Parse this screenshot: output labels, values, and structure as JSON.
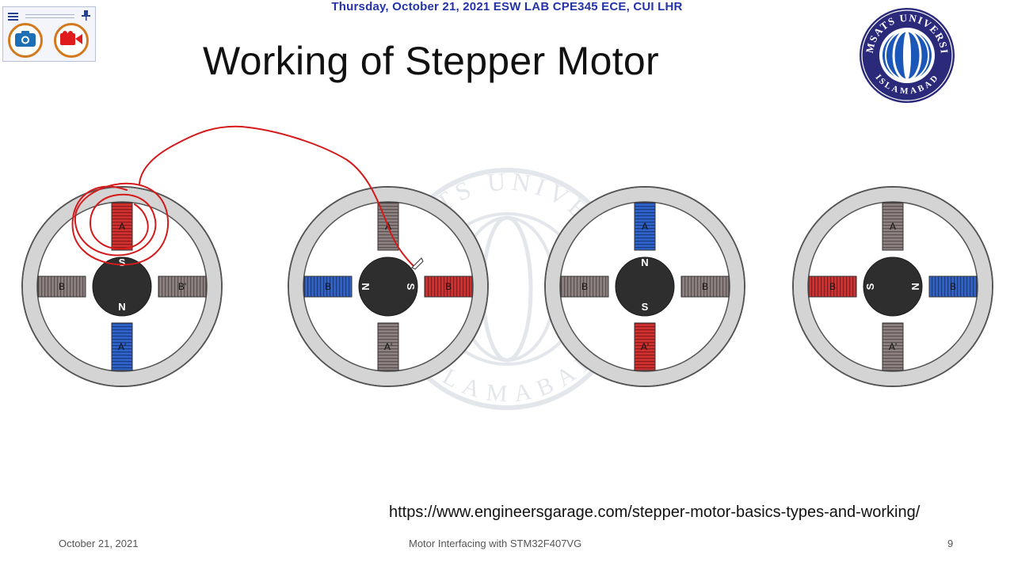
{
  "header": {
    "date_banner": "Thursday, October 21, 2021  ESW LAB CPE345 ECE, CUI LHR"
  },
  "recorder": {
    "menu_icon": "hamburger-menu-icon",
    "pin_icon": "pin-icon",
    "camera_icon": "camera-icon",
    "video_icon": "video-camera-icon"
  },
  "slide": {
    "title": "Working of Stepper Motor",
    "source_url": "https://www.engineersgarage.com/stepper-motor-basics-types-and-working/"
  },
  "logo": {
    "top_text": "COMSATS UNIVERSITY",
    "bottom_text": "ISLAMABAD"
  },
  "watermark": {
    "top_text": "COMSATS UNIVERSITY",
    "bottom_text": "ISLAMABAD"
  },
  "colors": {
    "red": "#cf3030",
    "blue": "#2f63c9",
    "gray": "#888888",
    "annotation": "#d41a1a",
    "header_blue": "#2433a8"
  },
  "motors": [
    {
      "poles": {
        "top": {
          "label": "A",
          "state": "red"
        },
        "bottom": {
          "label": "A'",
          "state": "blue"
        },
        "left": {
          "label": "B",
          "state": "gray"
        },
        "right": {
          "label": "B'",
          "state": "gray"
        }
      },
      "rotor": {
        "top": "S",
        "bottom": "N"
      }
    },
    {
      "poles": {
        "top": {
          "label": "A",
          "state": "gray"
        },
        "bottom": {
          "label": "A'",
          "state": "gray"
        },
        "left": {
          "label": "B",
          "state": "blue"
        },
        "right": {
          "label": "B",
          "state": "red"
        }
      },
      "rotor": {
        "left": "N",
        "right": "S"
      }
    },
    {
      "poles": {
        "top": {
          "label": "A",
          "state": "blue"
        },
        "bottom": {
          "label": "A'",
          "state": "red"
        },
        "left": {
          "label": "B",
          "state": "gray"
        },
        "right": {
          "label": "B",
          "state": "gray"
        }
      },
      "rotor": {
        "top": "N",
        "bottom": "S"
      }
    },
    {
      "poles": {
        "top": {
          "label": "A",
          "state": "gray"
        },
        "bottom": {
          "label": "A'",
          "state": "gray"
        },
        "left": {
          "label": "B",
          "state": "red"
        },
        "right": {
          "label": "B",
          "state": "blue"
        }
      },
      "rotor": {
        "left": "S",
        "right": "N"
      }
    }
  ],
  "footer": {
    "date": "October 21, 2021",
    "title": "Motor Interfacing with STM32F407VG",
    "page": "9"
  }
}
